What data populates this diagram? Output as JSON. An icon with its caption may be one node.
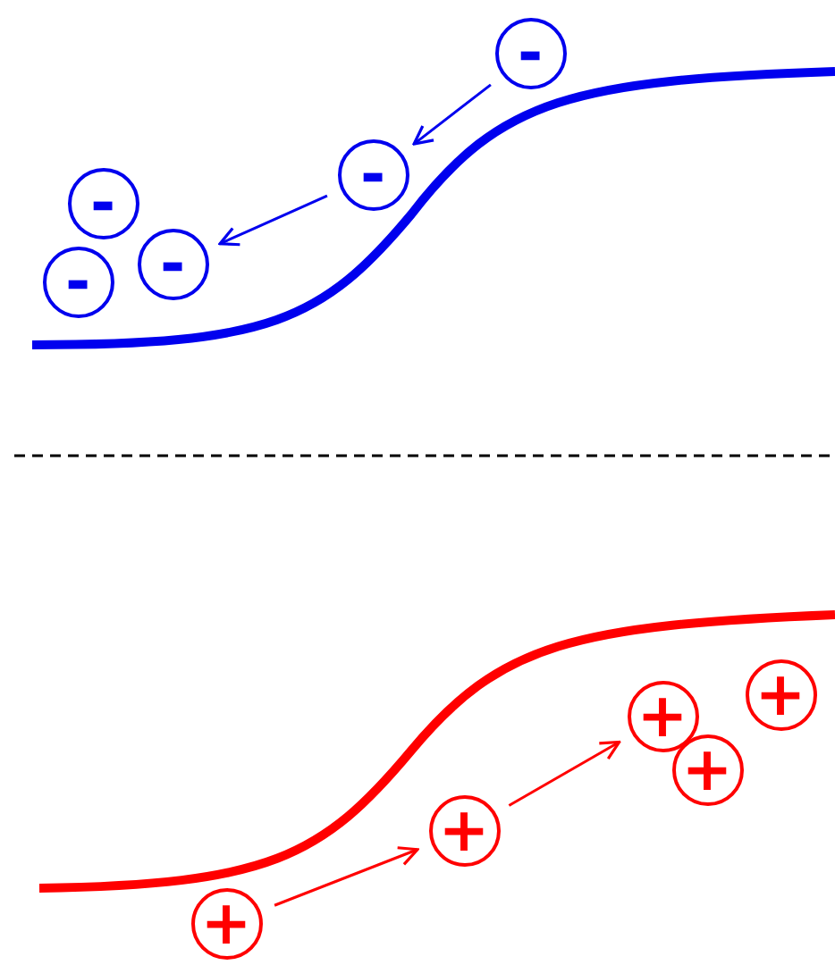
{
  "diagram": {
    "nodes": [
      {
        "text": [
          "-"
        ]
      },
      {
        "text": [
          "-"
        ]
      },
      {
        "text": [
          "-"
        ]
      },
      {
        "text": [
          "-"
        ]
      },
      {
        "text": [
          "-"
        ]
      },
      {
        "text": [
          "+"
        ]
      },
      {
        "text": [
          "+"
        ]
      },
      {
        "text": [
          "+"
        ]
      },
      {
        "text": [
          "+"
        ]
      },
      {
        "text": [
          "+"
        ]
      }
    ],
    "edges": [
      {
        "from": 0,
        "to": 1,
        "arrow": "to",
        "color": "#0000ee"
      },
      {
        "from": 1,
        "to": 3,
        "arrow": "to",
        "color": "#0000ee"
      },
      {
        "from": 9,
        "to": 8,
        "arrow": "to",
        "color": "#ff0000"
      },
      {
        "from": 8,
        "to": 6,
        "arrow": "to",
        "color": "#ff0000"
      }
    ]
  }
}
